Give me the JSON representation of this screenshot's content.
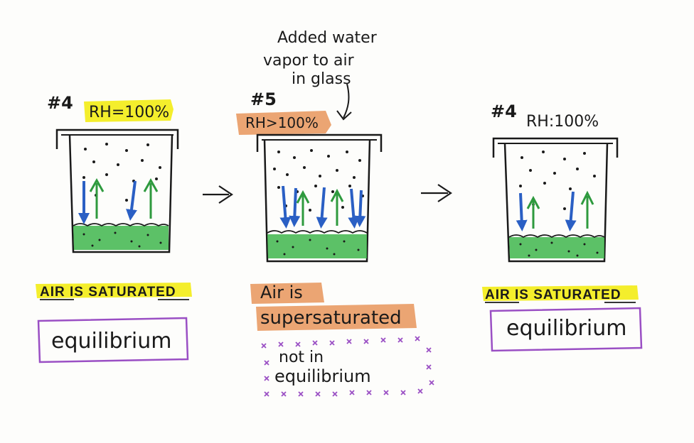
{
  "annotation": {
    "lines": [
      "Added water",
      "vapor to air",
      "in glass"
    ]
  },
  "panels": [
    {
      "number": "#4",
      "rh_label": "RH=100%",
      "state_line1": "AIR IS SATURATED",
      "state_line2": "",
      "box_label_line1": "equilibrium",
      "box_label_line2": ""
    },
    {
      "number": "#5",
      "rh_label": "RH>100%",
      "state_line1": "Air is",
      "state_line2": "supersaturated",
      "box_label_line1": "not in",
      "box_label_line2": "equilibrium"
    },
    {
      "number": "#4",
      "rh_label": "RH:100%",
      "state_line1": "AIR IS SATURATED",
      "state_line2": "",
      "box_label_line1": "equilibrium",
      "box_label_line2": ""
    }
  ],
  "colors": {
    "highlight_yellow": "#f4ee2c",
    "highlight_orange": "#e8955a",
    "water_green": "#3fb64c",
    "arrow_blue": "#2a5fc4",
    "arrow_green": "#2e9a3e",
    "box_purple": "#9a4fc4",
    "ink": "#1a1a1a"
  }
}
